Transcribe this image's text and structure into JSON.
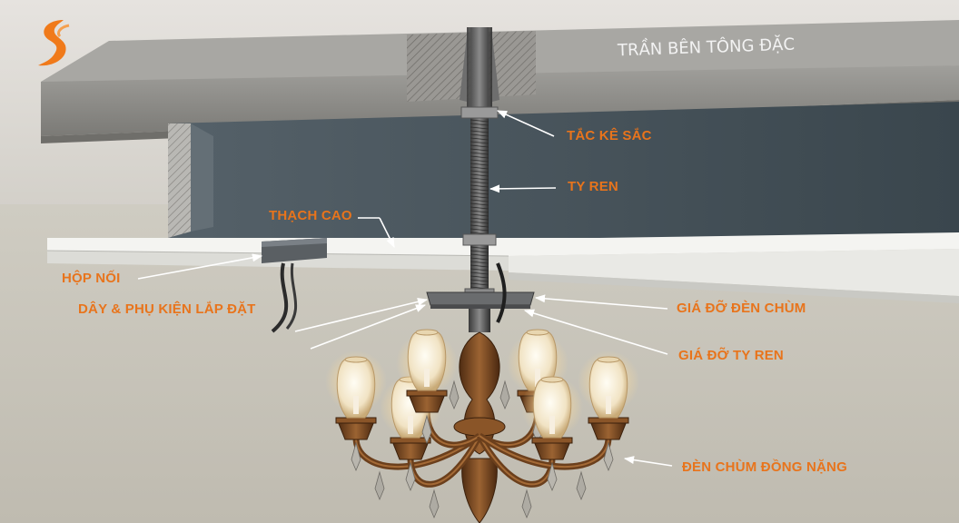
{
  "title": "TRẦN BÊN TÔNG ĐẶC",
  "labels": {
    "tac_ke_sac": "TẮC KÊ SẮC",
    "ty_ren": "TY REN",
    "thach_cao": "THẠCH CAO",
    "hop_noi": "HỘP NỐI",
    "day_phu_kien": "DÂY & PHỤ KIỆN LẮP ĐẶT",
    "gia_do_den_chum": "GIÁ ĐỠ ĐÈN CHÙM",
    "gia_do_ty_ren": "GIÁ ĐỠ  TY REN",
    "den_chum": "ĐÈN CHÙM ĐỒNG NẶNG"
  },
  "colors": {
    "label": "#e8741c",
    "concrete": "#8c8b87",
    "wall": "#3e4a51",
    "gypsum": "#f1f1ee",
    "brass": "#7a4a22",
    "background": "#c9c6bc"
  },
  "logo_icon": "s-swirl-logo-icon"
}
